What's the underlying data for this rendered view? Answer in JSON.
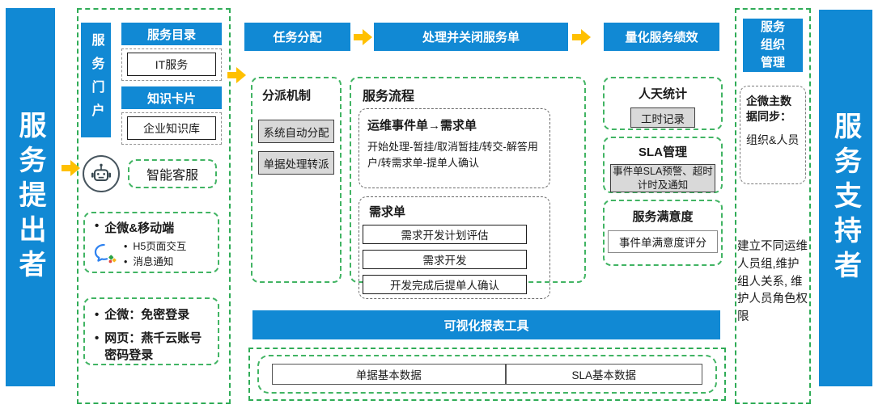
{
  "colors": {
    "accent_blue": "#1189d4",
    "arrow_yellow": "#ffc000",
    "frame_green": "#30ac57",
    "gray_fill": "#d9d9d9"
  },
  "left_bar": {
    "label": "服务提出者"
  },
  "right_bar": {
    "label": "服务支持者"
  },
  "portal": {
    "bar_label": "服务门户",
    "catalog_header": "服务目录",
    "catalog_item": "IT服务",
    "knowledge_header": "知识卡片",
    "knowledge_item": "企业知识库",
    "smart_service": "智能客服",
    "mobile_box": {
      "title": "企微&移动端",
      "items": [
        "H5页面交互",
        "消息通知"
      ]
    },
    "login_box": {
      "items": [
        "企微：免密登录",
        "网页：燕千云账号密码登录"
      ]
    }
  },
  "flow": {
    "steps": [
      "任务分配",
      "处理并关闭服务单",
      "量化服务绩效"
    ]
  },
  "dispatch": {
    "title": "分派机制",
    "items": [
      "系统自动分配",
      "单据处理转派"
    ]
  },
  "process": {
    "title": "服务流程",
    "incident": {
      "title": "运维事件单→需求单",
      "desc": "开始处理-暂挂/取消暂挂/转交-解答用户/转需求单-提单人确认"
    },
    "demand": {
      "title": "需求单",
      "steps": [
        "需求开发计划评估",
        "需求开发",
        "开发完成后提单人确认"
      ]
    }
  },
  "metrics": [
    {
      "title": "人天统计",
      "item": "工时记录"
    },
    {
      "title": "SLA管理",
      "item": "事件单SLA预警、超时计时及通知"
    },
    {
      "title": "服务满意度",
      "item": "事件单满意度评分"
    }
  ],
  "report": {
    "title": "可视化报表工具",
    "items": [
      "单据基本数据",
      "SLA基本数据"
    ]
  },
  "org": {
    "header": "服务组织管理",
    "sync_title": "企微主数据同步：",
    "sync_value": "组织&人员",
    "note": "建立不同运维人员组,维护组人关系, 维护人员角色权限"
  },
  "icons": {
    "robot": "robot-face",
    "wecom": "wecom-chat-bubble",
    "arrow": "yellow-right-arrow"
  }
}
